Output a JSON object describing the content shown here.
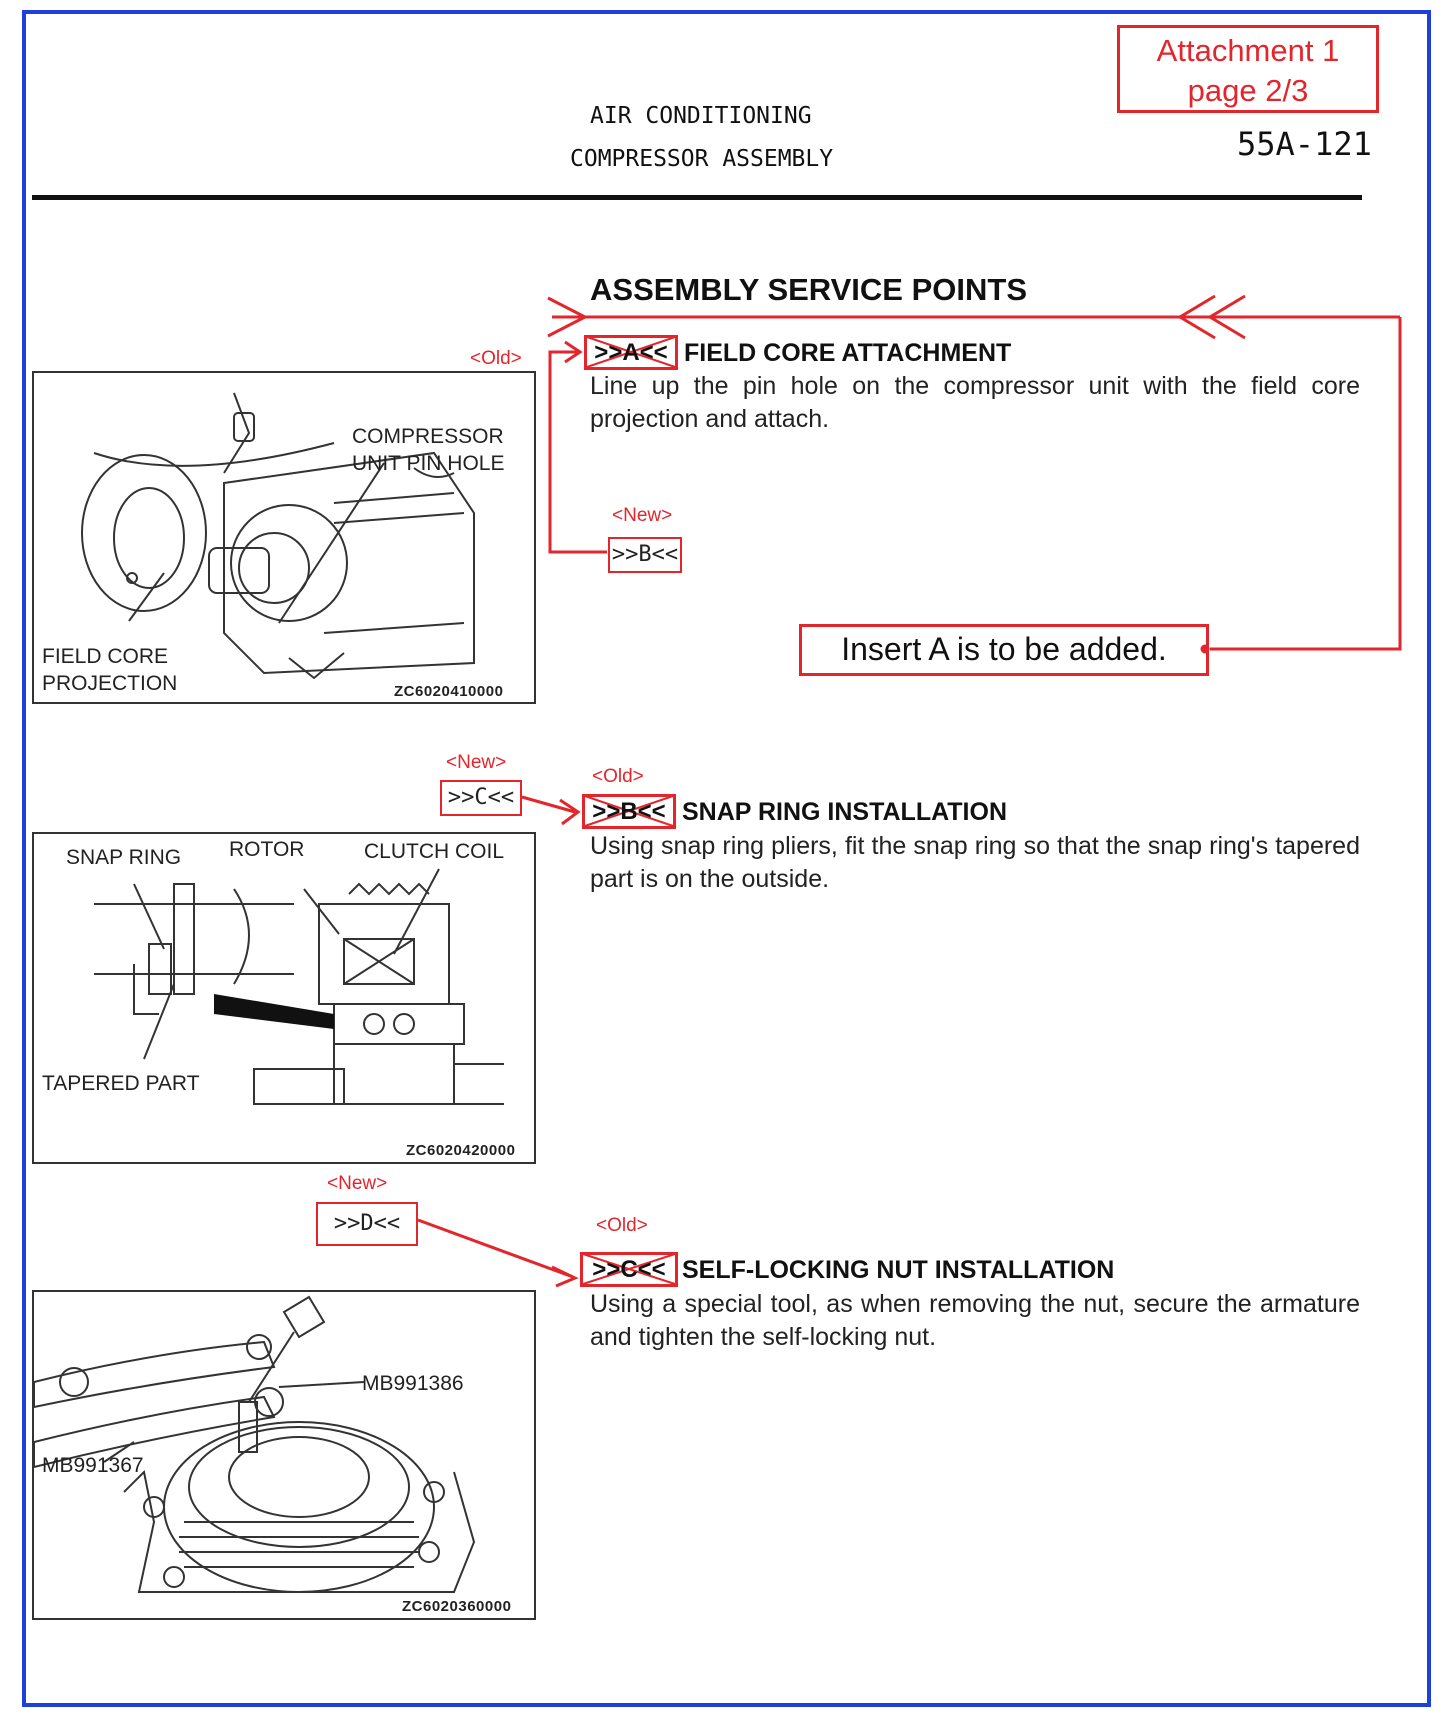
{
  "header": {
    "title_line1": "AIR CONDITIONING",
    "title_line2": "COMPRESSOR ASSEMBLY",
    "page_number": "55A-121",
    "attachment_line1": "Attachment 1",
    "attachment_line2": "page 2/3"
  },
  "main": {
    "heading": "ASSEMBLY SERVICE POINTS",
    "insert_note": "Insert A is to be added."
  },
  "sections": [
    {
      "old_marker": "<Old>",
      "old_tag": ">>A<<",
      "title": "FIELD CORE ATTACHMENT",
      "text": "Line up the pin hole on the compressor unit with the field core projection and attach.",
      "new_marker": "<New>",
      "new_tag": ">>B<<",
      "figure": {
        "labels": [
          "COMPRESSOR",
          "UNIT PIN HOLE",
          "FIELD CORE",
          "PROJECTION"
        ],
        "code": "ZC6020410000"
      }
    },
    {
      "old_marker": "<Old>",
      "old_tag": ">>B<<",
      "title": "SNAP RING INSTALLATION",
      "text": "Using snap ring pliers, fit the snap ring so that the snap ring's tapered part is on the outside.",
      "new_marker": "<New>",
      "new_tag": ">>C<<",
      "figure": {
        "labels": [
          "SNAP RING",
          "ROTOR",
          "CLUTCH COIL",
          "TAPERED PART"
        ],
        "code": "ZC6020420000"
      }
    },
    {
      "old_marker": "<Old>",
      "old_tag": ">>C<<",
      "title": "SELF-LOCKING NUT INSTALLATION",
      "text": "Using a special tool, as when removing the nut, secure the armature and tighten the self-locking nut.",
      "new_marker": "<New>",
      "new_tag": ">>D<<",
      "figure": {
        "labels": [
          "MB991386",
          "MB991367"
        ],
        "code": "ZC6020360000"
      }
    }
  ],
  "colors": {
    "frame_border": "#1f3fdc",
    "annotation_red": "#e2262c",
    "text": "#111111"
  }
}
